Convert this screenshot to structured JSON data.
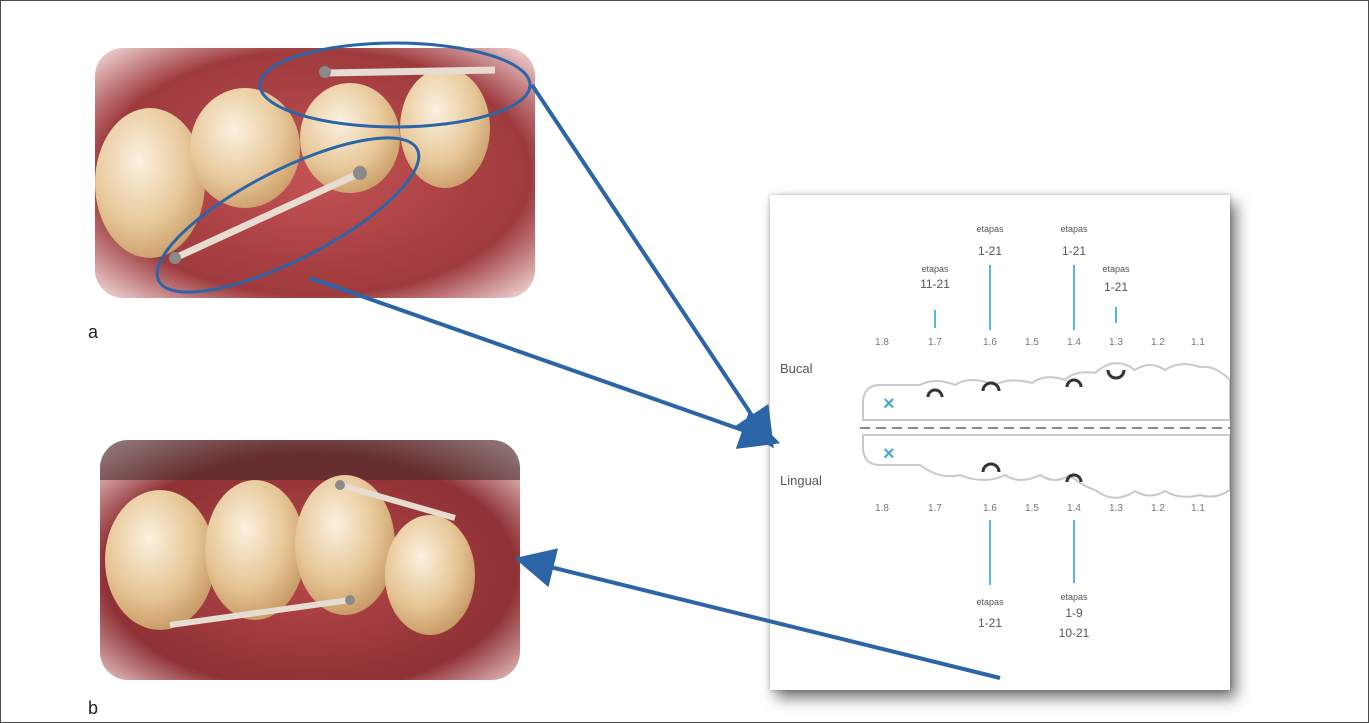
{
  "panels": {
    "a_label": "a",
    "b_label": "b"
  },
  "chart": {
    "side_top": "Bucal",
    "side_bottom": "Lingual",
    "teeth": [
      "1.8",
      "1.7",
      "1.6",
      "1.5",
      "1.4",
      "1.3",
      "1.2",
      "1.1"
    ],
    "missing_marker": "×",
    "buccal_callouts": [
      {
        "tooth": "1.7",
        "word": "etapas",
        "stages": "11-21"
      },
      {
        "tooth": "1.6",
        "word": "etapas",
        "stages": "1-21"
      },
      {
        "tooth": "1.4",
        "word": "etapas",
        "stages": "1-21"
      },
      {
        "tooth": "1.3",
        "word": "etapas",
        "stages": "1-21"
      }
    ],
    "lingual_callouts": [
      {
        "tooth": "1.6",
        "word": "etapas",
        "stages": "1-21"
      },
      {
        "tooth": "1.4",
        "word": "etapas",
        "stages": "1-9",
        "stages2": "10-21"
      }
    ]
  },
  "colors": {
    "arrow": "#2b65a8",
    "leader": "#5ab7d9",
    "ellipse": "#2b65a8",
    "attachment": "#333333",
    "gum": "#b5474a",
    "tooth": "#ecd2a8"
  }
}
